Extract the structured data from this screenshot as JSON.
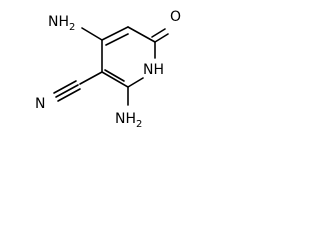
{
  "structure": {
    "atoms": {
      "amino_top": "NH",
      "amino_top_sub": "2",
      "amino_bottom": "NH",
      "amino_bottom_sub": "2",
      "ring_nitrogen": "NH",
      "carbonyl_oxygen": "O",
      "nitrile_nitrogen": "N"
    }
  }
}
